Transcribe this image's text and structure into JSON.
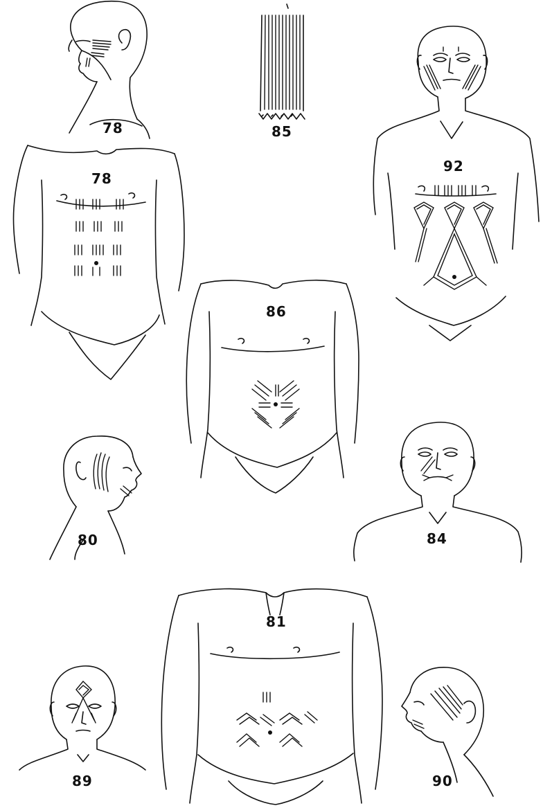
{
  "plate": {
    "figures": [
      {
        "id": "fig-78-head",
        "number": "78",
        "view": "head-profile-left"
      },
      {
        "id": "fig-85",
        "number": "85",
        "view": "tattoo-pattern"
      },
      {
        "id": "fig-92",
        "number": "92",
        "view": "head-and-torso-front"
      },
      {
        "id": "fig-78-torso",
        "number": "78",
        "view": "torso-front"
      },
      {
        "id": "fig-86",
        "number": "86",
        "view": "torso-front"
      },
      {
        "id": "fig-80",
        "number": "80",
        "view": "head-profile-right"
      },
      {
        "id": "fig-84",
        "number": "84",
        "view": "head-and-shoulders-front"
      },
      {
        "id": "fig-81",
        "number": "81",
        "view": "torso-front"
      },
      {
        "id": "fig-89",
        "number": "89",
        "view": "head-and-shoulders-front"
      },
      {
        "id": "fig-90",
        "number": "90",
        "view": "head-profile-left"
      }
    ]
  }
}
